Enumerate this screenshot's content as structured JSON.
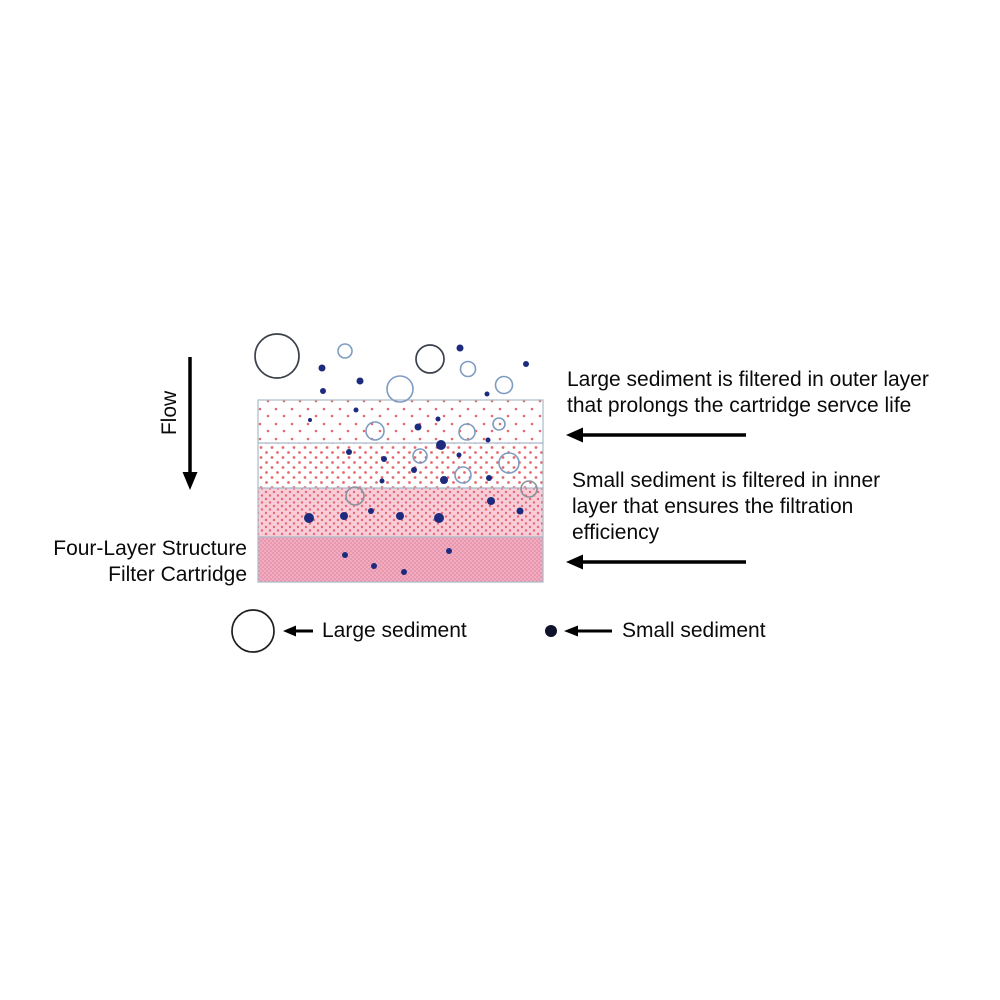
{
  "labels": {
    "flow": "Flow",
    "cartridge_line1": "Four-Layer Structure",
    "cartridge_line2": "Filter Cartridge"
  },
  "annotations": {
    "outer_line1": "Large sediment is filtered in outer layer",
    "outer_line2": "that prolongs the cartridge servce life",
    "inner_line1": "Small sediment is filtered in inner",
    "inner_line2": "layer that ensures the filtration",
    "inner_line3": "efficiency"
  },
  "legend": {
    "large_label": "Large sediment",
    "small_label": "Small sediment"
  },
  "icons": {
    "flow_arrow": "down-arrow",
    "outer_annotation_arrow": "left-arrow",
    "inner_annotation_arrow": "left-arrow",
    "legend_large_sediment": "outlined-circle",
    "legend_small_sediment": "filled-dot"
  },
  "colors": {
    "sediment_dark": "#1c2b7d",
    "circle_outline_blue": "#7e9cc2",
    "circle_outline_dark": "#3c424c",
    "circle_outline_gray": "#8d929b",
    "layer_dot_red": "#e56a6e",
    "layer3_bg": "#f8ccd8",
    "layer4_bg": "#f2abbf",
    "layer4_dot": "#de8aa6",
    "layer_border": "#a9bac9",
    "arrow_color": "#000000",
    "text_color": "#0a0a0a"
  }
}
